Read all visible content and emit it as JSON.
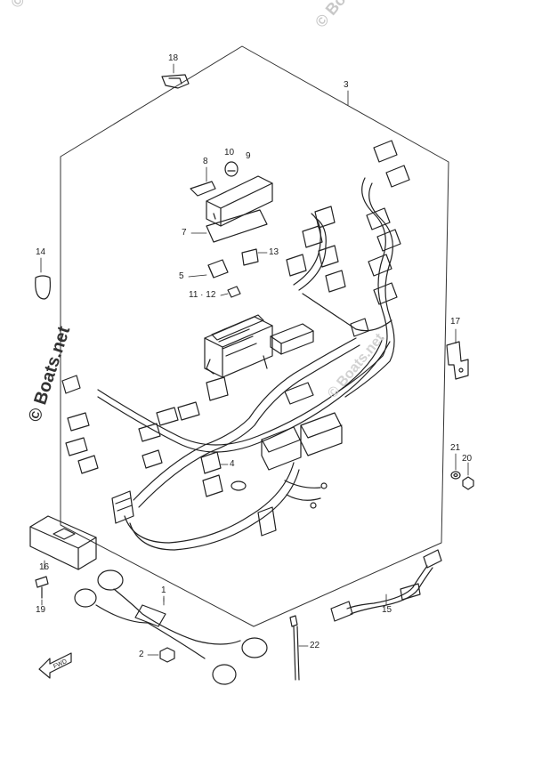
{
  "watermarks": {
    "top_left": "© Boats.net",
    "top_right": "© Boats.net",
    "center": "© Boats.net",
    "side": "© Boats.net"
  },
  "callouts": {
    "c1": "1",
    "c2": "2",
    "c3": "3",
    "c4": "4",
    "c5": "5",
    "c7": "7",
    "c8": "8",
    "c9": "9",
    "c10": "10",
    "c11_12": "11 · 12",
    "c13": "13",
    "c14": "14",
    "c15": "15",
    "c16": "16",
    "c17": "17",
    "c18": "18",
    "c19": "19",
    "c20": "20",
    "c21": "21",
    "c22": "22"
  },
  "arrow_label": "FWD"
}
